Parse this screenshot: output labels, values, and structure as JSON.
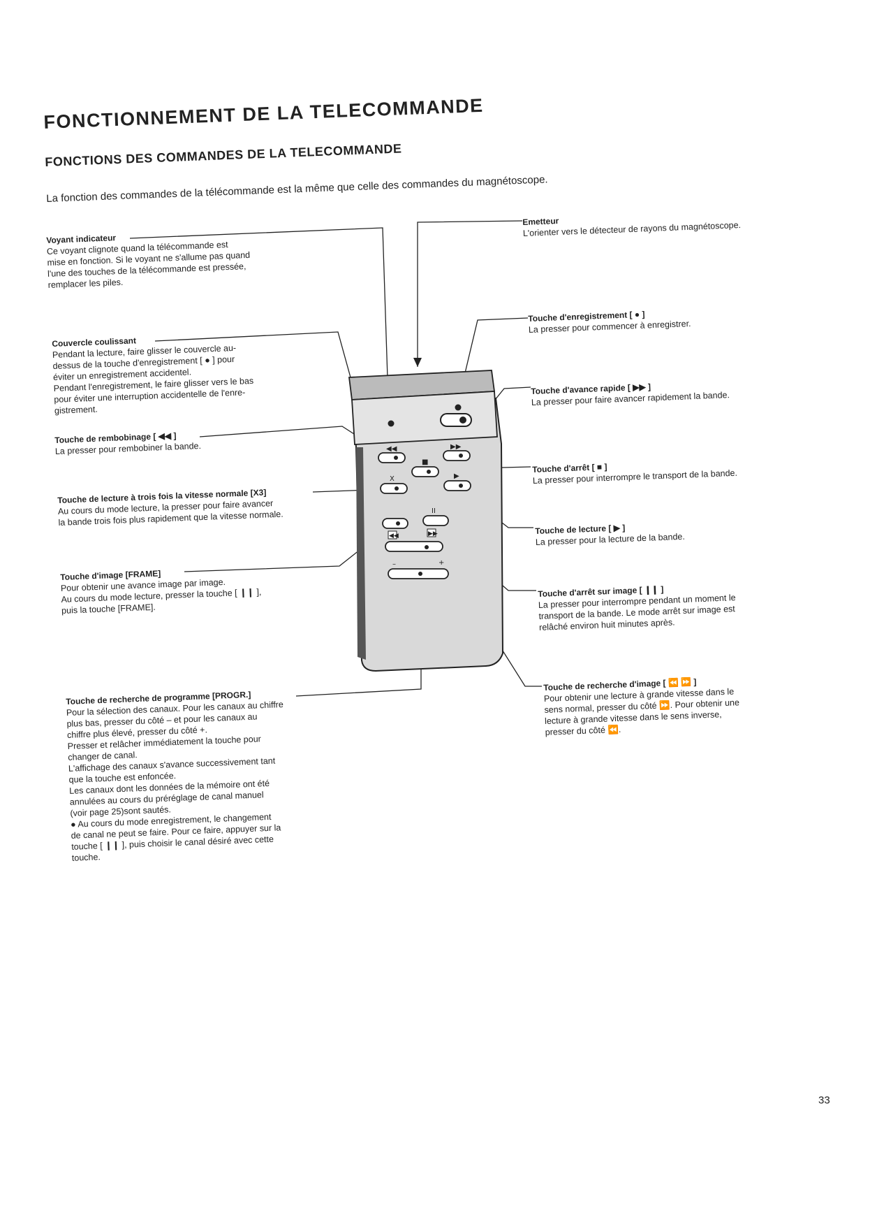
{
  "page": {
    "title": "FONCTIONNEMENT DE LA TELECOMMANDE",
    "subtitle": "FONCTIONS DES COMMANDES DE LA TELECOMMANDE",
    "intro": "La fonction des commandes de la télécommande est la même que celle des commandes du magnétoscope.",
    "page_number": "33"
  },
  "callouts": {
    "voyant": {
      "title": "Voyant indicateur",
      "desc": "Ce voyant clignote quand la télécommande est\nmise en fonction. Si le voyant ne s'allume pas quand\nl'une des touches de la télécommande est pressée,\nremplacer les piles."
    },
    "couvercle": {
      "title": "Couvercle coulissant",
      "desc": "Pendant la lecture, faire glisser le couvercle au-\ndessus de la touche d'enregistrement [ ● ] pour\néviter un enregistrement accidentel.\nPendant l'enregistrement, le faire glisser vers le bas\npour éviter une interruption accidentelle de l'enre-\ngistrement."
    },
    "rembobinage": {
      "title": "Touche de rembobinage [ ◀◀ ]",
      "desc": "La presser pour rembobiner la bande."
    },
    "lecture_x3": {
      "title": "Touche de lecture à trois fois la vitesse normale [X3]",
      "desc": "Au cours du mode lecture, la presser pour faire avancer\nla bande trois fois plus rapidement que la vitesse normale."
    },
    "image": {
      "title": "Touche d'image [FRAME]",
      "desc": "Pour obtenir une avance image par image.\nAu cours du mode lecture, presser la touche [ ❙❙ ],\npuis la touche [FRAME]."
    },
    "progr": {
      "title": "Touche de recherche de programme [PROGR.]",
      "desc": "Pour la sélection des canaux. Pour les canaux au chiffre\nplus bas, presser du côté – et pour les canaux au\nchiffre plus élevé, presser du côté +.\nPresser et relâcher immédiatement la touche pour\nchanger de canal.\nL'affichage des canaux s'avance successivement tant\nque la touche est enfoncée.\nLes canaux dont les données de la mémoire ont été\nannulées au cours du préréglage de canal manuel\n(voir page 25)sont sautés.\n● Au cours du mode enregistrement, le changement\nde canal ne peut se faire. Pour ce faire, appuyer sur la\ntouche [ ❙❙ ], puis choisir le canal désiré avec cette\ntouche."
    },
    "emetteur": {
      "title": "Emetteur",
      "desc": "L'orienter vers le détecteur de rayons du magnétoscope."
    },
    "enregistrement": {
      "title": "Touche d'enregistrement [ ● ]",
      "desc": "La presser pour commencer à enregistrer."
    },
    "avance": {
      "title": "Touche d'avance rapide [ ▶▶ ]",
      "desc": "La presser pour faire avancer rapidement la bande."
    },
    "arret": {
      "title": "Touche d'arrêt [ ■ ]",
      "desc": "La presser pour interrompre le transport de la bande."
    },
    "lecture": {
      "title": "Touche de lecture [ ▶ ]",
      "desc": "La presser pour la lecture de la bande."
    },
    "arret_image": {
      "title": "Touche d'arrêt sur image [ ❙❙ ]",
      "desc": "La presser pour interrompre pendant un moment le\ntransport de la bande. Le mode arrêt sur image est\nrelâché environ huit minutes après."
    },
    "recherche_image": {
      "title": "Touche de recherche d'image [ ⏪ ⏩ ]",
      "desc": "Pour obtenir une lecture à grande vitesse dans le\nsens normal, presser du côté ⏩. Pour obtenir une\nlecture à grande vitesse dans le sens inverse,\npresser du côté ⏪."
    }
  },
  "remote_labels": {
    "rew": "◀◀",
    "ff": "▶▶",
    "stop": "■",
    "x3": "X",
    "play": "▶",
    "pause": "II",
    "minus": "–",
    "plus": "+"
  },
  "colors": {
    "ink": "#222222",
    "remote_body": "#d9d9d9",
    "remote_dark": "#555555"
  }
}
